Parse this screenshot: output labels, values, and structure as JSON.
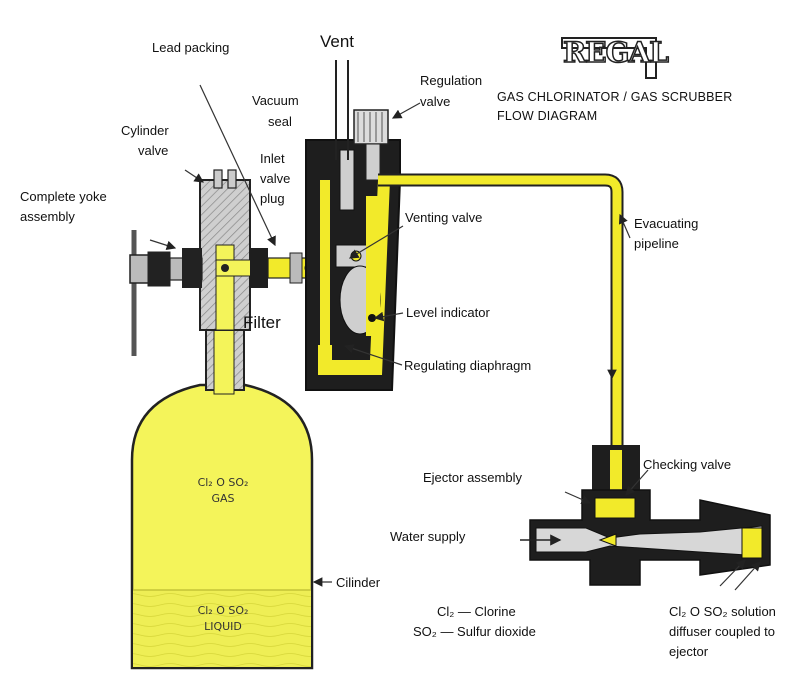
{
  "colors": {
    "chlorine_fill": "#f4f45a",
    "pipe_yellow": "#f2ea2a",
    "metal_dark": "#1e1e1e",
    "metal_grey": "#bdbdbd",
    "outline": "#222222"
  },
  "logo": {
    "text": "REGAL"
  },
  "title": {
    "line1": "GAS CHLORINATOR / GAS SCRUBBER",
    "line2": "FLOW DIAGRAM"
  },
  "labels": {
    "vent": "Vent",
    "lead_packing": "Lead packing",
    "regulation_valve_1": "Regulation",
    "regulation_valve_2": "valve",
    "vacuum_seal_1": "Vacuum",
    "vacuum_seal_2": "seal",
    "cylinder_valve_1": "Cylinder",
    "cylinder_valve_2": "valve",
    "inlet_valve_plug_1": "Inlet",
    "inlet_valve_plug_2": "valve",
    "inlet_valve_plug_3": "plug",
    "yoke_1": "Complete yoke",
    "yoke_2": "assembly",
    "venting_valve": "Venting valve",
    "evacuating_pipeline_1": "Evacuating",
    "evacuating_pipeline_2": "pipeline",
    "filter": "Filter",
    "level_indicator": "Level indicator",
    "regulating_diaphragm": "Regulating diaphragm",
    "ejector_assembly": "Ejector assembly",
    "checking_valve": "Checking valve",
    "water_supply": "Water supply",
    "cilinder": "Cilinder",
    "solution_1": "Cl₂ O SO₂ solution",
    "solution_2": "diffuser coupled to",
    "solution_3": "ejector"
  },
  "legend": {
    "line1": "Cl₂ — Clorine",
    "line2": "SO₂ — Sulfur dioxide"
  },
  "cylinder_text": {
    "gas_formula": "Cl₂ O SO₂",
    "gas_word": "GAS",
    "liquid_formula": "Cl₂ O SO₂",
    "liquid_word": "LIQUID"
  }
}
